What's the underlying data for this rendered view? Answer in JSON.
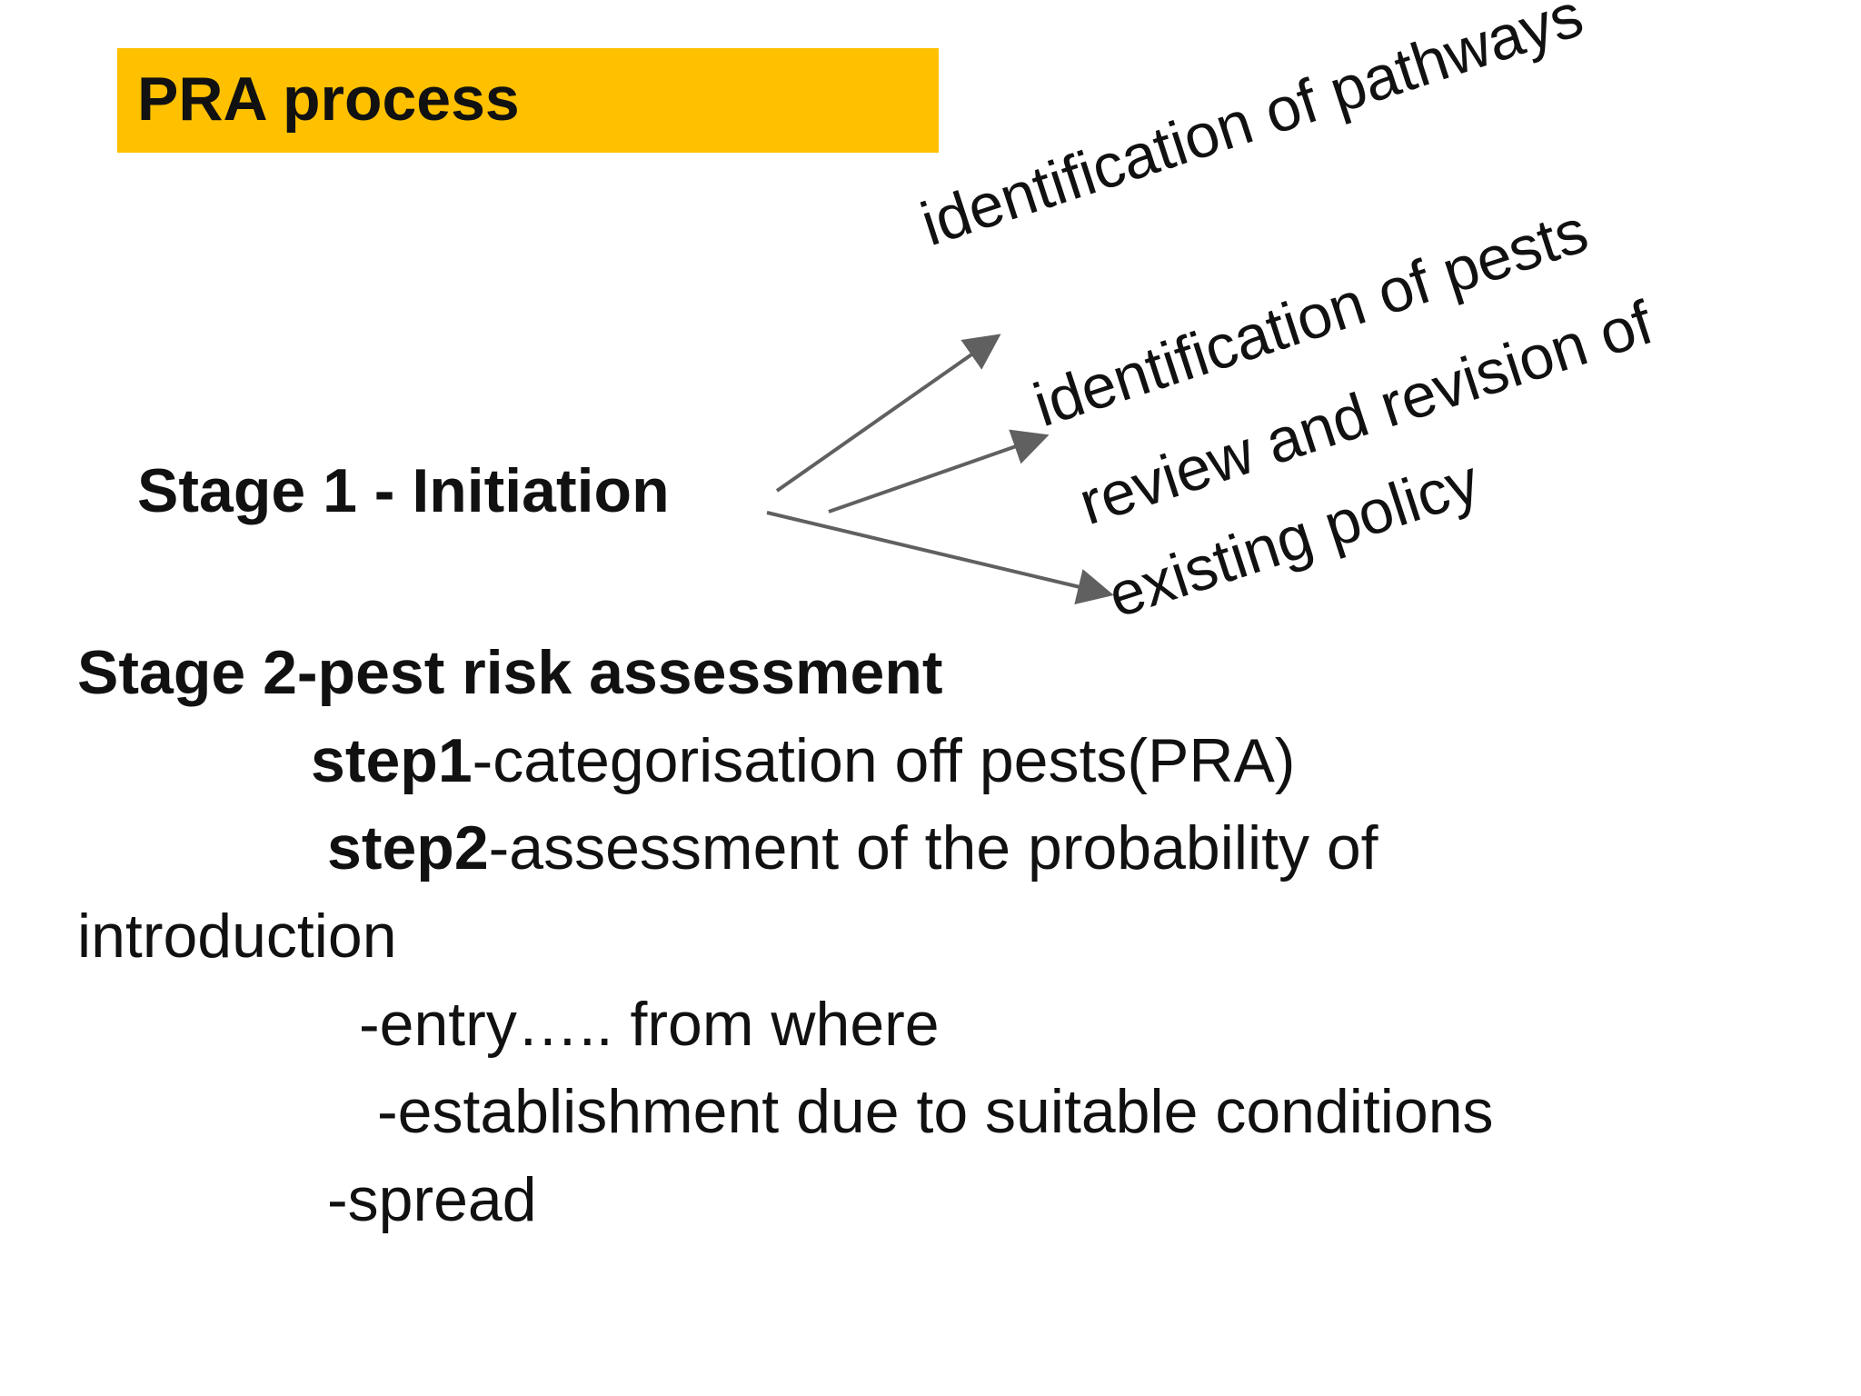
{
  "title": "PRA process",
  "stage1": {
    "label": "Stage 1 - Initiation",
    "branches": [
      "identification of pathways",
      "identification of pests",
      "review and revision of",
      "existing policy"
    ]
  },
  "stage2": {
    "heading": "Stage 2-pest risk assessment",
    "step1_label": "step1",
    "step1_text": "-categorisation off pests(PRA)",
    "step2_label": "step2",
    "step2_text": "-assessment of the probability of",
    "step2_cont": "introduction",
    "entry": "-entry….. from where",
    "establishment": "-establishment due to suitable conditions",
    "spread": "-spread"
  },
  "colors": {
    "title_bar": "#FFC000",
    "arrow": "#606060"
  }
}
